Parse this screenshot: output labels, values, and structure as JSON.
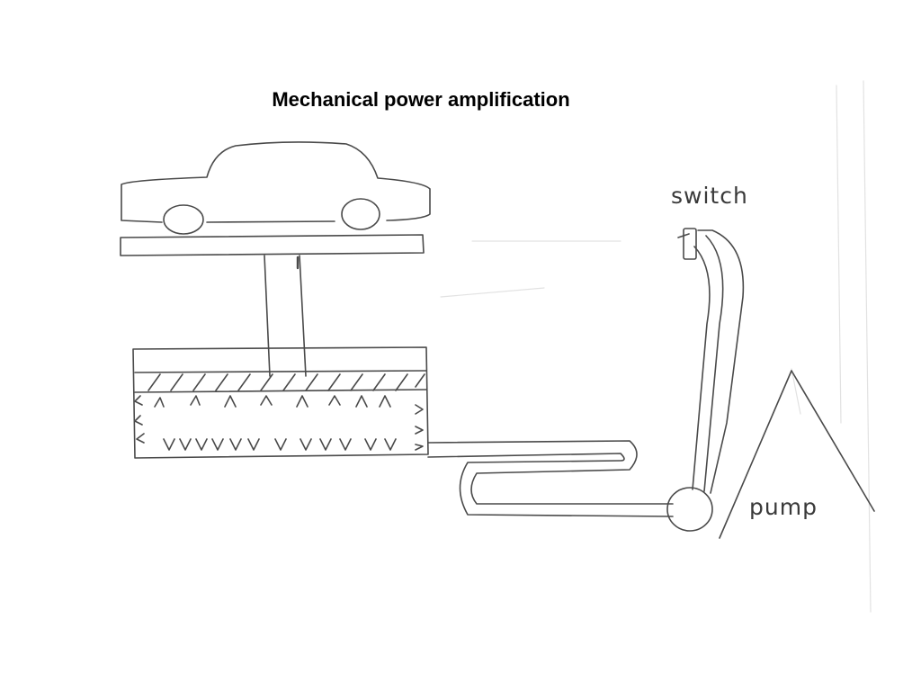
{
  "title": "Mechanical power amplification",
  "labels": {
    "switch": "switch",
    "pump": "pump"
  },
  "colors": {
    "background": "#ffffff",
    "ink": "#4a4a4a",
    "title": "#000000"
  }
}
